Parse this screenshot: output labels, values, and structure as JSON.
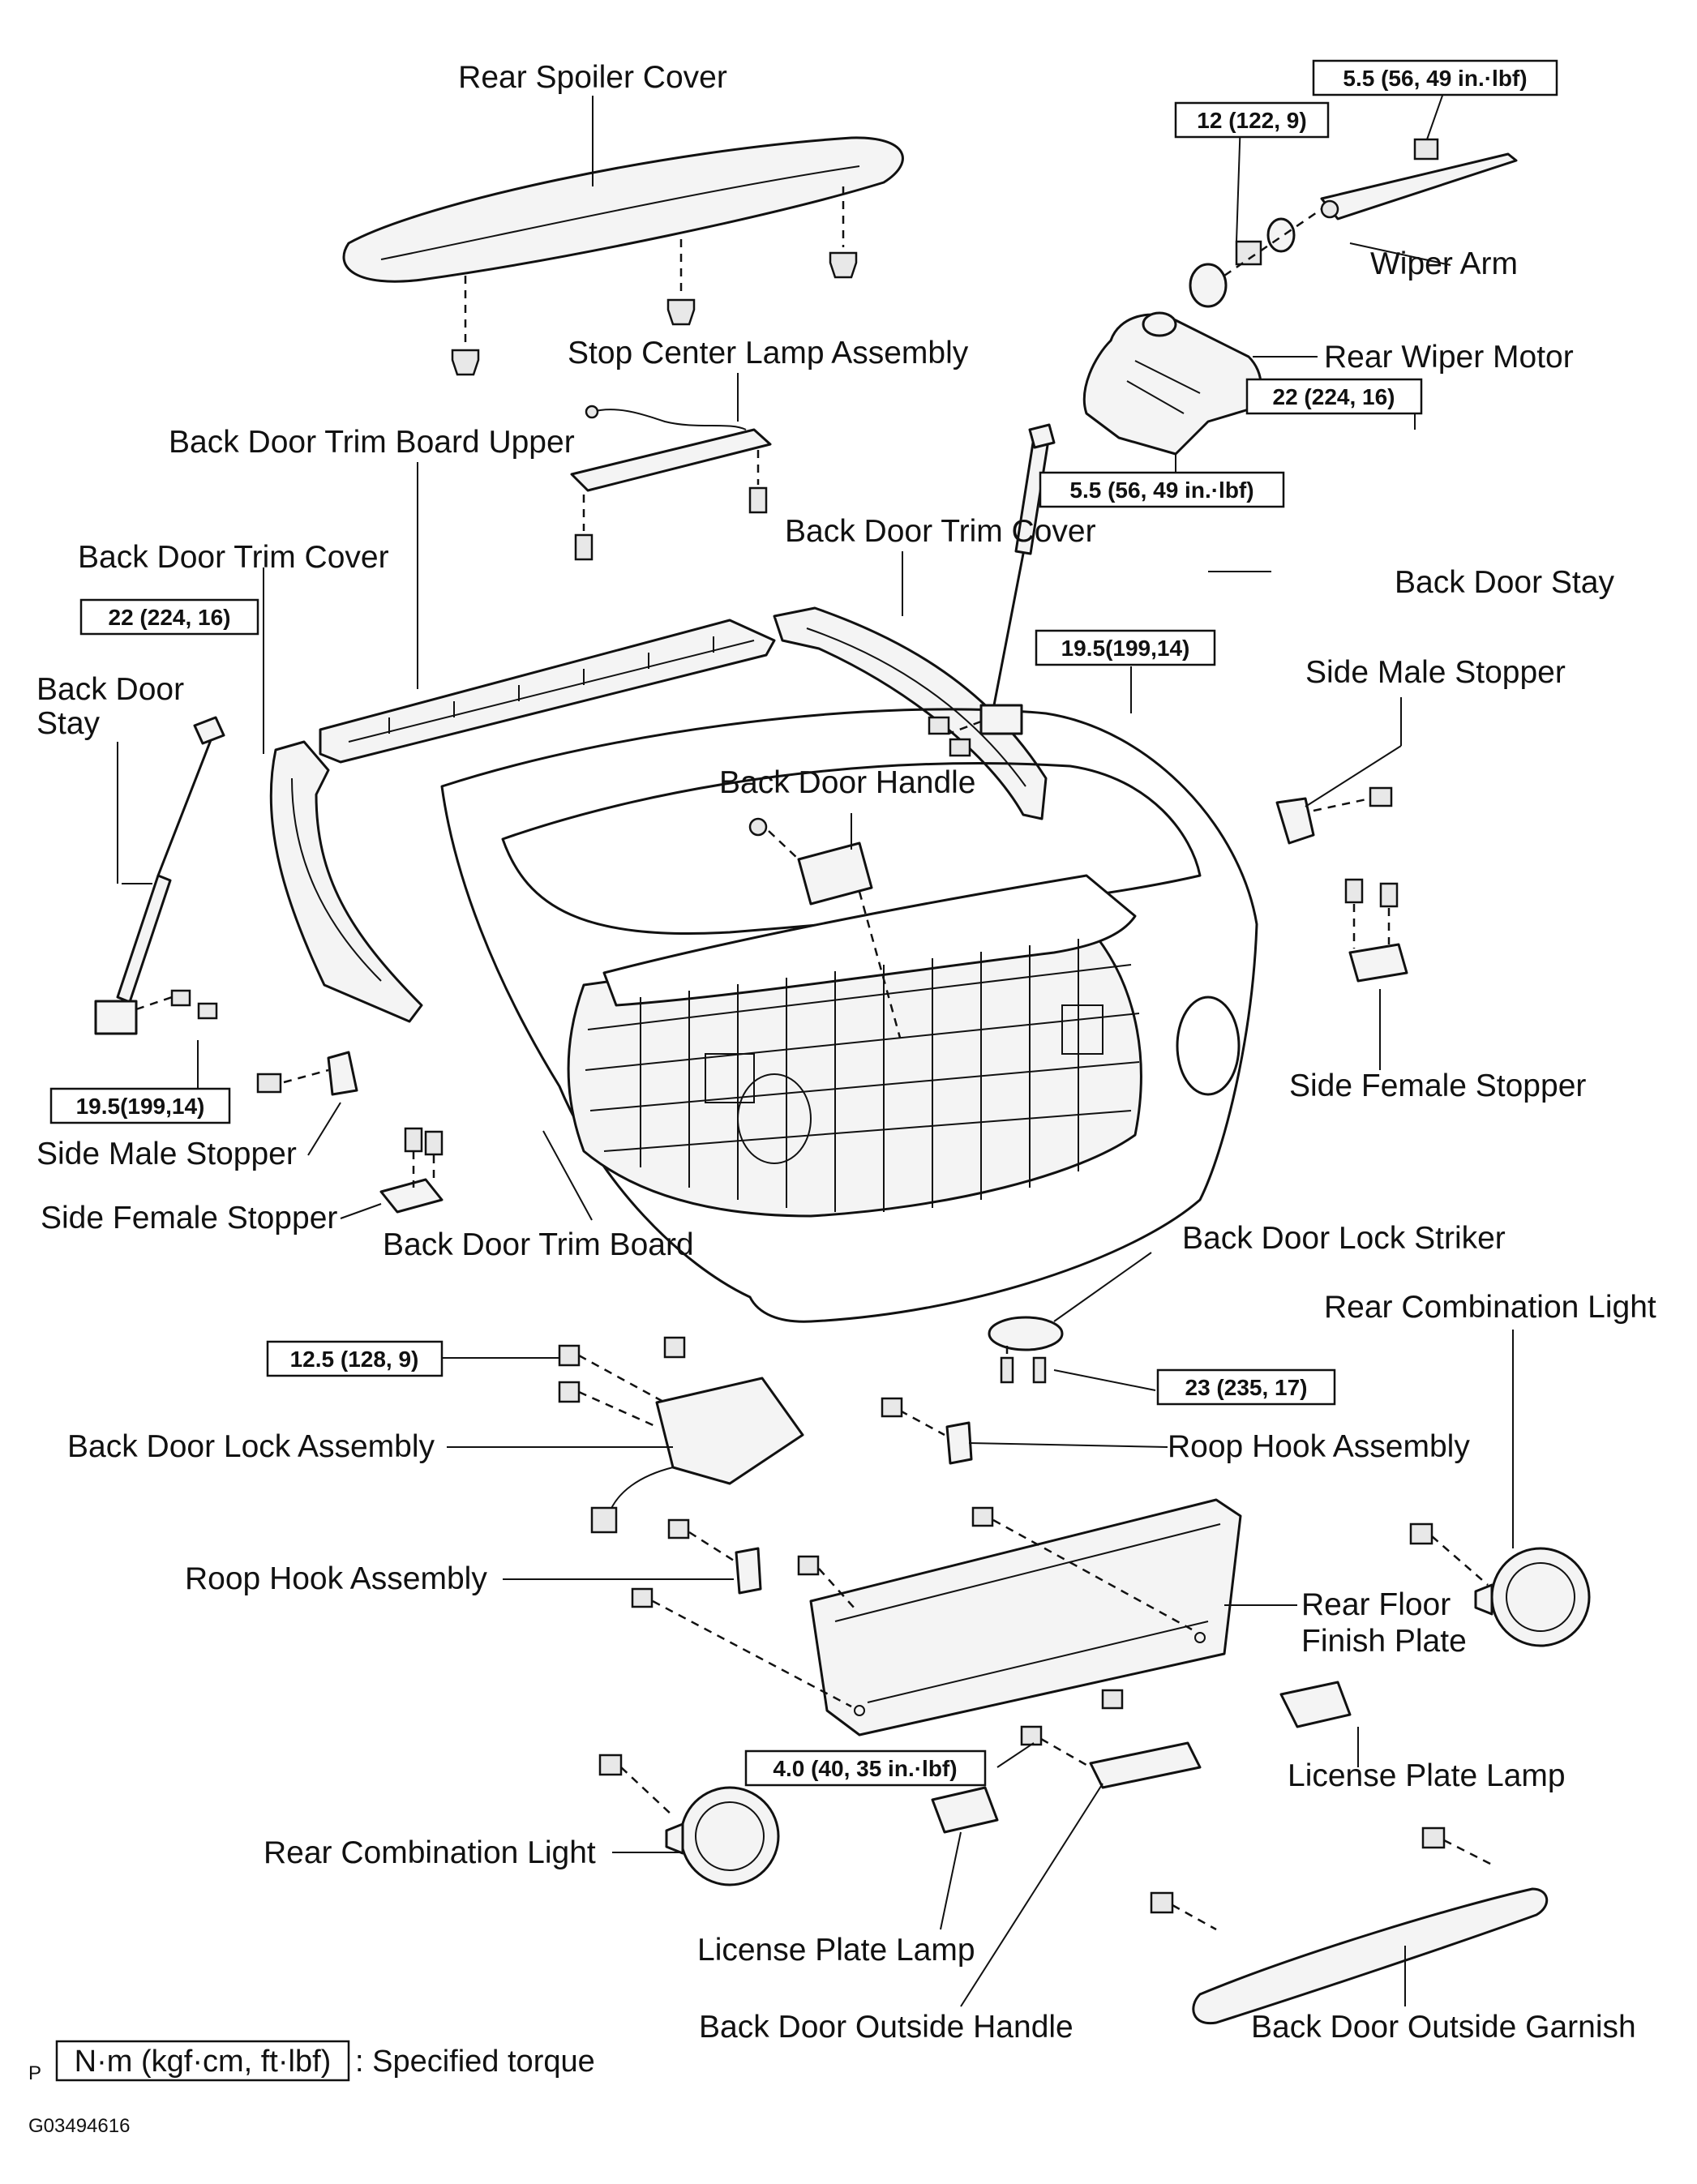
{
  "labels": {
    "rear_spoiler_cover": "Rear Spoiler Cover",
    "stop_center_lamp": "Stop Center Lamp Assembly",
    "trim_board_upper": "Back Door Trim Board Upper",
    "trim_cover_left": "Back Door Trim Cover",
    "trim_cover_right": "Back Door Trim Cover",
    "back_door_stay_left_1": "Back Door",
    "back_door_stay_left_2": "Stay",
    "back_door_stay_right": "Back Door Stay",
    "wiper_arm": "Wiper Arm",
    "rear_wiper_motor": "Rear Wiper Motor",
    "side_male_stopper_right": "Side Male Stopper",
    "side_female_stopper_right": "Side Female Stopper",
    "back_door_handle": "Back Door Handle",
    "side_male_stopper_left": "Side Male Stopper",
    "side_female_stopper_left": "Side Female Stopper",
    "trim_board": "Back Door Trim Board",
    "lock_striker": "Back Door Lock Striker",
    "rear_combination_light_right": "Rear Combination Light",
    "lock_assembly": "Back Door Lock Assembly",
    "roop_hook_right": "Roop Hook Assembly",
    "roop_hook_left": "Roop Hook Assembly",
    "rear_floor_finish_plate_1": "Rear Floor",
    "rear_floor_finish_plate_2": "Finish Plate",
    "license_plate_lamp_right": "License Plate Lamp",
    "rear_combination_light_left": "Rear Combination Light",
    "license_plate_lamp_left": "License Plate Lamp",
    "back_door_outside_handle": "Back Door Outside Handle",
    "back_door_outside_garnish": "Back Door Outside Garnish"
  },
  "torques": {
    "wiper_arm_nut": "5.5 (56, 49 in.·lbf)",
    "wiper_pivot_nut": "12 (122, 9)",
    "wiper_motor_bolt": "5.5 (56, 49 in.·lbf)",
    "stay_upper_right": "22 (224, 16)",
    "stay_lower_right": "19.5(199,14)",
    "stay_upper_left": "22 (224, 16)",
    "stay_lower_left": "19.5(199,14)",
    "lock_assembly_bolt": "12.5 (128, 9)",
    "lock_striker_bolt": "23 (235, 17)",
    "finish_plate_screw": "4.0 (40, 35 in.·lbf)"
  },
  "legend": {
    "unit_box": "N·m (kgf·cm, ft·lbf)",
    "description": ": Specified torque",
    "prefix": "P"
  },
  "figure_code": "G03494616"
}
